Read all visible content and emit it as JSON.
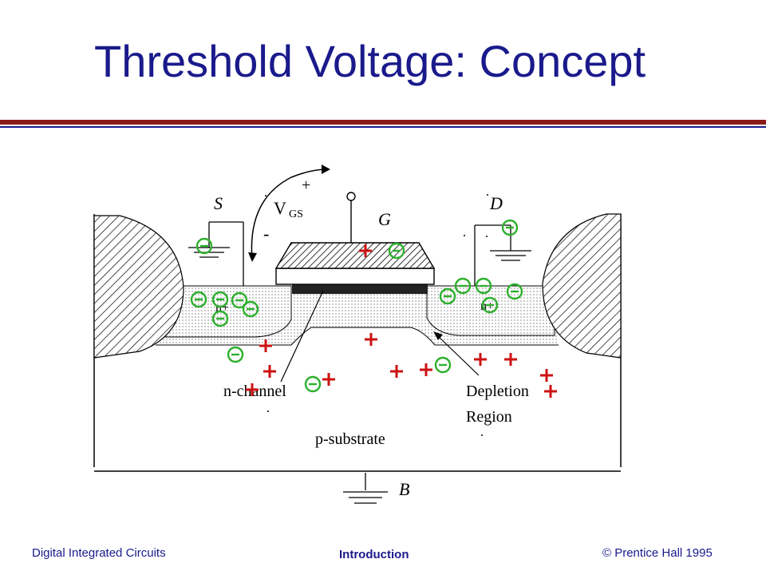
{
  "slide": {
    "title": "Threshold Voltage: Concept"
  },
  "diagram": {
    "labels": {
      "source": "S",
      "drain": "D",
      "gate": "G",
      "bulk": "B",
      "vgs_main": "V",
      "vgs_sub": "GS",
      "plus": "+",
      "minus": "-",
      "n_plus_left": "n+",
      "n_plus_right": "n+",
      "n_channel": "n-channel",
      "depletion_line1": "Depletion",
      "depletion_line2": "Region",
      "substrate": "p-substrate"
    },
    "colors": {
      "electron": "#2db02d",
      "hole": "#cc1111"
    }
  },
  "footer": {
    "left": "Digital Integrated Circuits",
    "center": "Introduction",
    "right": "© Prentice Hall 1995"
  },
  "colors": {
    "title": "#1a1a8c",
    "rule_red": "#8b1a1a",
    "rule_blue": "#1a1a8c"
  }
}
